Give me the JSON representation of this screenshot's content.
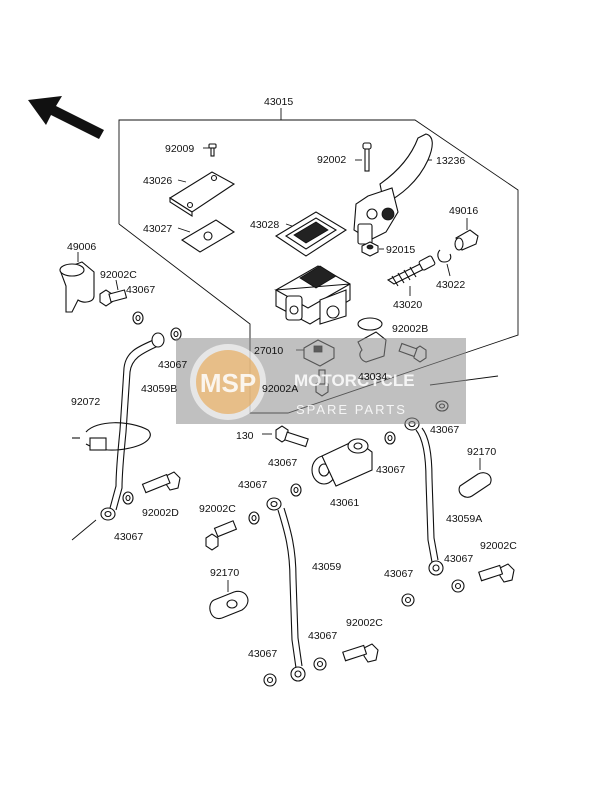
{
  "labels": {
    "l43015": "43015",
    "l92009": "92009",
    "l92002": "92002",
    "l13236": "13236",
    "l43026": "43026",
    "l43027": "43027",
    "l43028": "43028",
    "l49016": "49016",
    "l92015": "92015",
    "l43022": "43022",
    "l43020": "43020",
    "l49006": "49006",
    "l92002C_a": "92002C",
    "l43067_a": "43067",
    "l43067_b": "43067",
    "l43059B": "43059B",
    "l27010": "27010",
    "l92002B": "92002B",
    "l43034": "43034",
    "l92002A": "92002A",
    "l92072": "92072",
    "l43067_c": "43067",
    "l130": "130",
    "l92170_a": "92170",
    "l43067_d": "43067",
    "l43067_e": "43067",
    "l43061": "43061",
    "l43067_f": "43067",
    "l92002C_b": "92002C",
    "l92002D": "92002D",
    "l43067_g": "43067",
    "l43059A": "43059A",
    "l92002C_c": "92002C",
    "l92170_b": "92170",
    "l43059": "43059",
    "l43067_h": "43067",
    "l43067_i": "43067",
    "l43067_j": "43067",
    "l92002C_d": "92002C",
    "l43067_k": "43067"
  },
  "watermark": {
    "logo": "MSP",
    "title": "MOTORCYCLE",
    "subtitle": "SPARE PARTS"
  }
}
